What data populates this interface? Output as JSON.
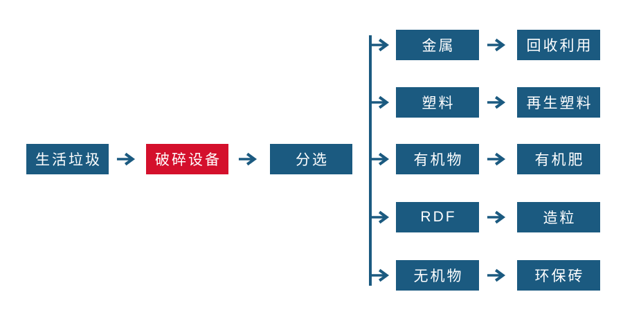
{
  "diagram": {
    "type": "flowchart",
    "colors": {
      "background": "#ffffff",
      "node_blue": "#1b5a80",
      "node_red": "#d4102c",
      "arrow": "#1b5a80",
      "text": "#ffffff"
    },
    "main_flow": {
      "nodes": [
        {
          "label": "生活垃圾",
          "style": "blue"
        },
        {
          "label": "破碎设备",
          "style": "red"
        },
        {
          "label": "分选",
          "style": "blue"
        }
      ]
    },
    "branches": [
      {
        "category": "金属",
        "outcome": "回收利用"
      },
      {
        "category": "塑料",
        "outcome": "再生塑料"
      },
      {
        "category": "有机物",
        "outcome": "有机肥"
      },
      {
        "category": "RDF",
        "outcome": "造粒"
      },
      {
        "category": "无机物",
        "outcome": "环保砖"
      }
    ]
  }
}
